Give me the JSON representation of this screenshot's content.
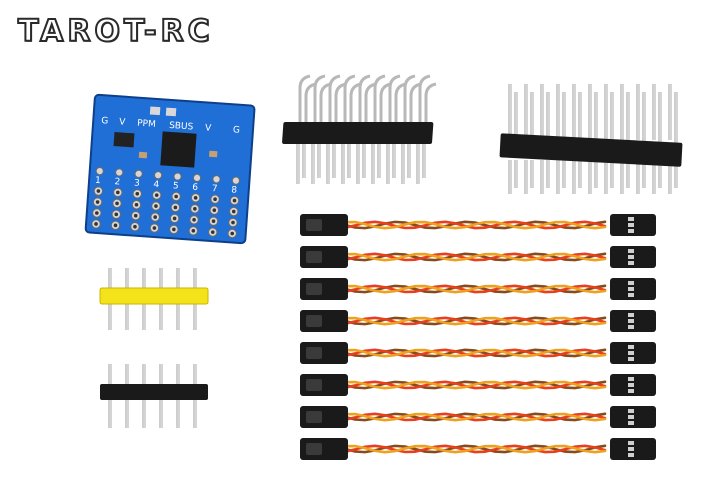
{
  "brand": {
    "logo_text": "TAROT-RC"
  },
  "board": {
    "row1_labels": [
      "G",
      "V",
      "PPM",
      "SBUS",
      "V",
      "G"
    ],
    "channel_numbers": [
      "1",
      "2",
      "3",
      "4",
      "5",
      "6",
      "7",
      "8"
    ]
  },
  "colors": {
    "board": "#1f6fd6",
    "header_black": "#1a1a1a",
    "header_yellow": "#f4e21a",
    "wire_brown": "#8a4a1a",
    "wire_red": "#e8401a",
    "wire_orange": "#f0a020"
  },
  "items": {
    "cable_count": 8,
    "small_header_pins": 6
  }
}
